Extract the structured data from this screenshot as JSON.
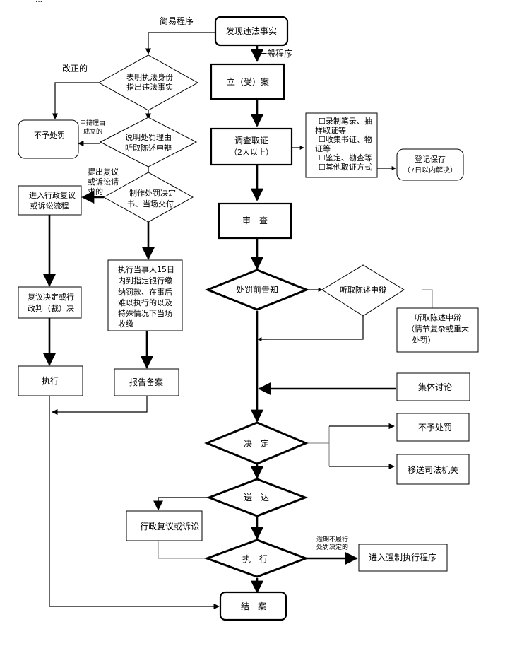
{
  "header_fragment": "…",
  "nodes": {
    "discover": "发现违法事实",
    "simple_proc": "简易程序",
    "general_proc": "一般程序",
    "simple_check": [
      "表明执法身份",
      "指出违法事实"
    ],
    "corrected": "改正的",
    "no_penalty_left": "不予处罚",
    "reason_not_established": [
      "申辩理由",
      "成立的"
    ],
    "explain": [
      "说明处罚理由",
      "听取陈述申辩"
    ],
    "make_decision": [
      "制作处罚决定",
      "书、当场交付"
    ],
    "appeal_label": [
      "提出复议",
      "或诉讼请",
      "求的"
    ],
    "enter_review": [
      "进入行政复议",
      "或诉讼流程"
    ],
    "review_decision": [
      "复议决定或行",
      "政判（裁）决"
    ],
    "execute_left": "执行",
    "pay": [
      "执行当事人15日",
      "内到指定银行缴",
      "纳罚款、在事后",
      "难以执行的以及",
      "特殊情况下当场",
      "收缴"
    ],
    "report": "报告备案",
    "file_case": "立（受）案",
    "investigate": [
      "调查取证",
      "（2人以上）"
    ],
    "evidence_methods": [
      "☐录制笔录、抽",
      "样取证等",
      "☐收集书证、物",
      "证等",
      "☐鉴定、勘查等",
      "☐其他取证方式"
    ],
    "register": [
      "登记保存",
      "（7日以内解决）"
    ],
    "review": "审　查",
    "pre_notice": "处罚前告知",
    "hear_plea": "听取陈述申辩",
    "hear_plea_box": [
      "听取陈述申辩",
      "（情节复杂或重大",
      "处罚）"
    ],
    "group_discussion": "集体讨论",
    "decide": "决　定",
    "no_penalty_right": "不予处罚",
    "transfer": "移送司法机关",
    "deliver": "送　达",
    "admin_review": "行政复议或诉讼",
    "execute": "执　行",
    "overdue": [
      "逾期不履行",
      "处罚决定的"
    ],
    "enforce": "进入强制执行程序",
    "close": "结　案"
  }
}
